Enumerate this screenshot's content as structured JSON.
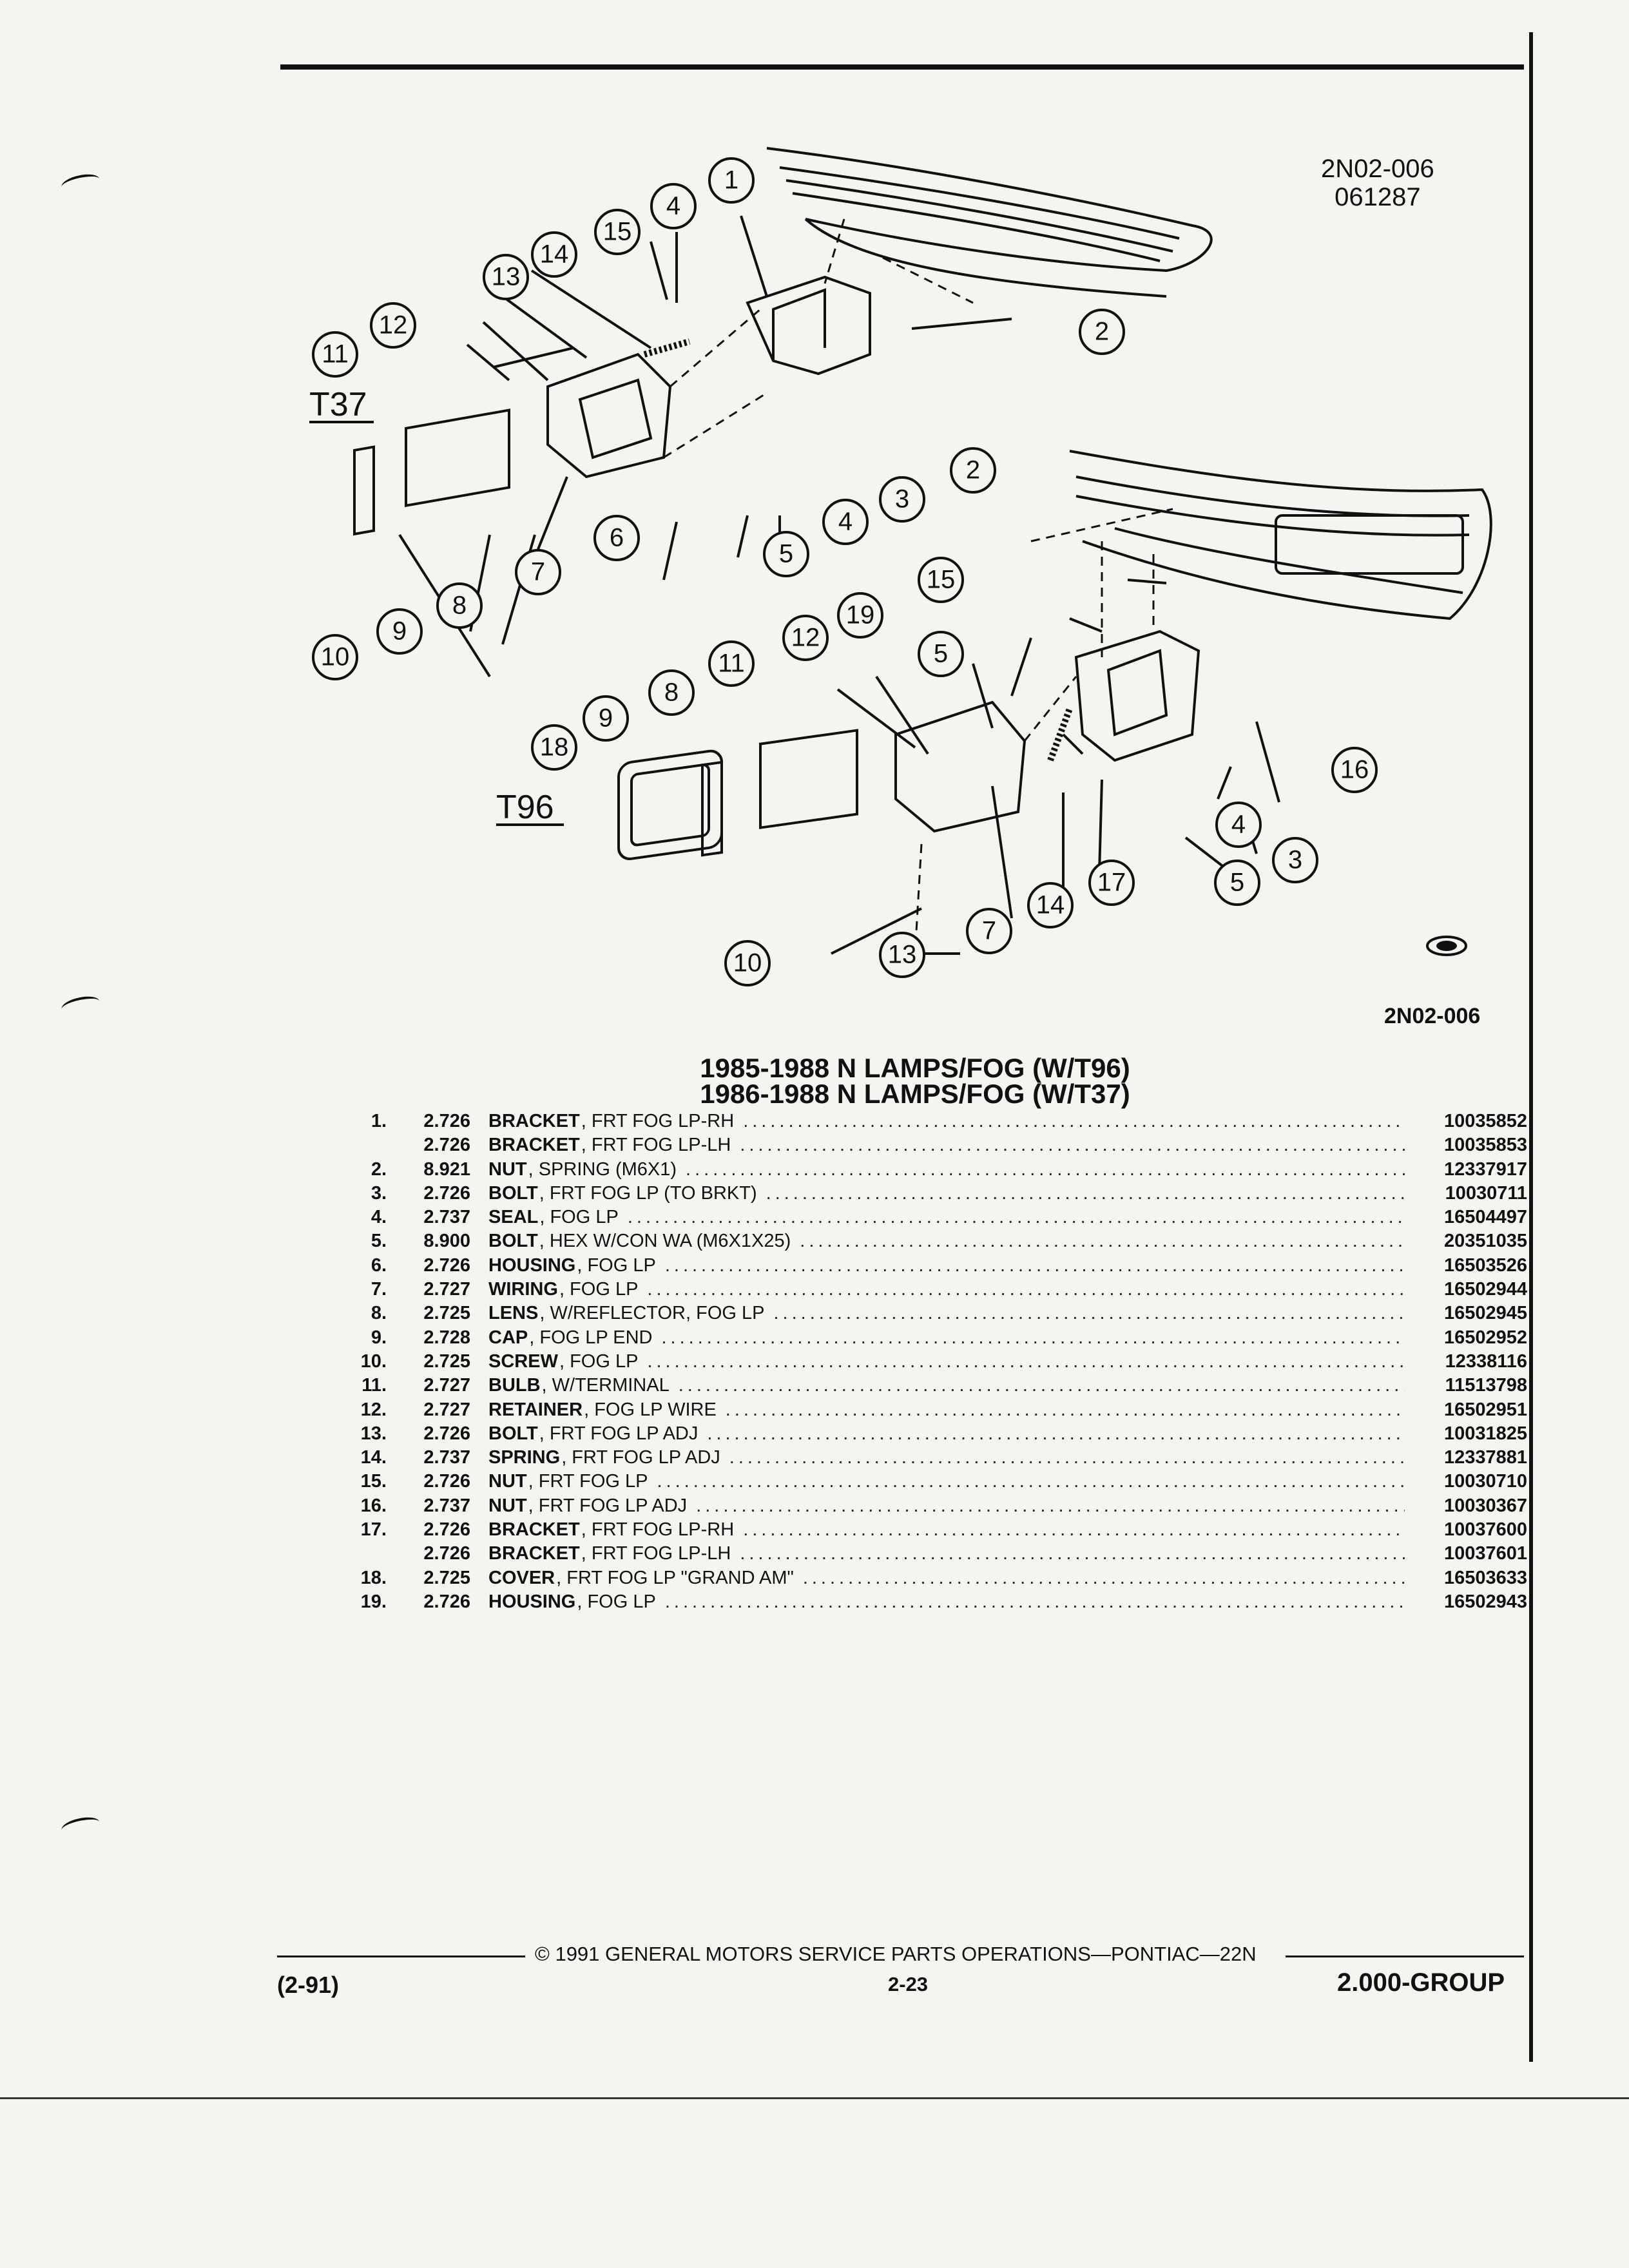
{
  "header": {
    "stamp_code_line1": "2N02-006",
    "stamp_code_line2": "061287"
  },
  "figure": {
    "fig_code": "2N02-006",
    "option_labels": [
      "T37",
      "T96"
    ],
    "callouts": [
      "1",
      "2",
      "3",
      "4",
      "5",
      "6",
      "7",
      "8",
      "9",
      "10",
      "11",
      "12",
      "13",
      "14",
      "15",
      "16",
      "17",
      "18",
      "19"
    ]
  },
  "title": {
    "line1": "1985-1988 N LAMPS/FOG (W/T96)",
    "line2": "1986-1988 N LAMPS/FOG (W/T37)"
  },
  "parts": [
    {
      "no": "1.",
      "grp": "2.726",
      "name": "BRACKET",
      "desc": ", FRT FOG LP-RH",
      "pn": "10035852"
    },
    {
      "no": "",
      "grp": "2.726",
      "name": "BRACKET",
      "desc": ", FRT FOG LP-LH",
      "pn": "10035853"
    },
    {
      "no": "2.",
      "grp": "8.921",
      "name": "NUT",
      "desc": ", SPRING (M6X1)",
      "pn": "12337917"
    },
    {
      "no": "3.",
      "grp": "2.726",
      "name": "BOLT",
      "desc": ", FRT FOG LP (TO BRKT)",
      "pn": "10030711"
    },
    {
      "no": "4.",
      "grp": "2.737",
      "name": "SEAL",
      "desc": ", FOG LP",
      "pn": "16504497"
    },
    {
      "no": "5.",
      "grp": "8.900",
      "name": "BOLT",
      "desc": ", HEX W/CON WA (M6X1X25)",
      "pn": "20351035"
    },
    {
      "no": "6.",
      "grp": "2.726",
      "name": "HOUSING",
      "desc": ", FOG LP",
      "pn": "16503526"
    },
    {
      "no": "7.",
      "grp": "2.727",
      "name": "WIRING",
      "desc": ", FOG LP",
      "pn": "16502944"
    },
    {
      "no": "8.",
      "grp": "2.725",
      "name": "LENS",
      "desc": ", W/REFLECTOR, FOG LP",
      "pn": "16502945"
    },
    {
      "no": "9.",
      "grp": "2.728",
      "name": "CAP",
      "desc": ", FOG LP END",
      "pn": "16502952"
    },
    {
      "no": "10.",
      "grp": "2.725",
      "name": "SCREW",
      "desc": ", FOG LP",
      "pn": "12338116"
    },
    {
      "no": "11.",
      "grp": "2.727",
      "name": "BULB",
      "desc": ", W/TERMINAL",
      "pn": "11513798"
    },
    {
      "no": "12.",
      "grp": "2.727",
      "name": "RETAINER",
      "desc": ", FOG LP WIRE",
      "pn": "16502951"
    },
    {
      "no": "13.",
      "grp": "2.726",
      "name": "BOLT",
      "desc": ", FRT FOG LP ADJ",
      "pn": "10031825"
    },
    {
      "no": "14.",
      "grp": "2.737",
      "name": "SPRING",
      "desc": ", FRT FOG LP ADJ",
      "pn": "12337881"
    },
    {
      "no": "15.",
      "grp": "2.726",
      "name": "NUT",
      "desc": ", FRT FOG LP",
      "pn": "10030710"
    },
    {
      "no": "16.",
      "grp": "2.737",
      "name": "NUT",
      "desc": ", FRT FOG LP ADJ",
      "pn": "10030367"
    },
    {
      "no": "17.",
      "grp": "2.726",
      "name": "BRACKET",
      "desc": ", FRT FOG LP-RH",
      "pn": "10037600"
    },
    {
      "no": "",
      "grp": "2.726",
      "name": "BRACKET",
      "desc": ", FRT FOG LP-LH",
      "pn": "10037601"
    },
    {
      "no": "18.",
      "grp": "2.725",
      "name": "COVER",
      "desc": ", FRT FOG LP \"GRAND AM\"",
      "pn": "16503633"
    },
    {
      "no": "19.",
      "grp": "2.726",
      "name": "HOUSING",
      "desc": ", FOG LP",
      "pn": "16502943"
    }
  ],
  "footer": {
    "copyright": "© 1991 GENERAL MOTORS SERVICE PARTS OPERATIONS—PONTIAC—22N",
    "date_code": "(2-91)",
    "page_no": "2-23",
    "group": "2.000-GROUP"
  }
}
